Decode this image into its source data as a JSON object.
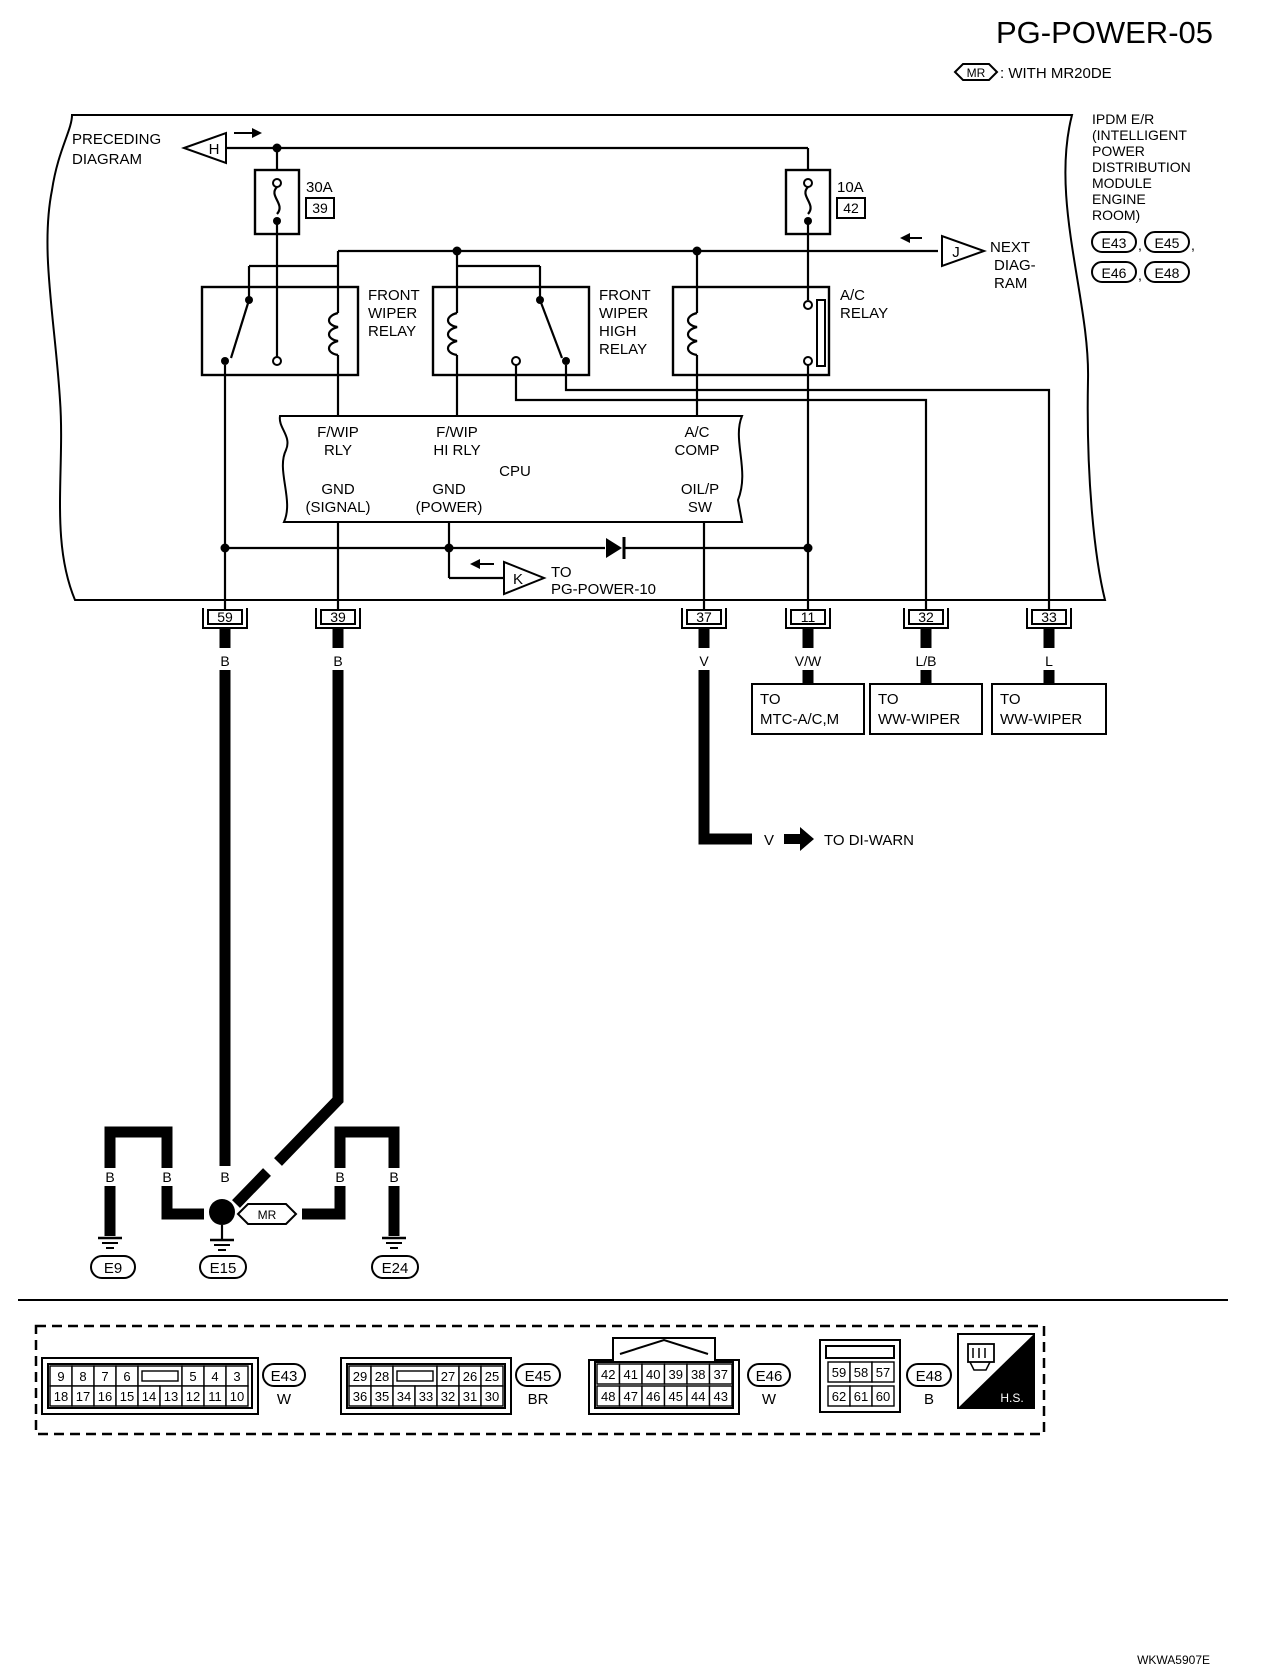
{
  "header": {
    "title": "PG-POWER-05",
    "mr_symbol": "MR",
    "mr_note": ": WITH MR20DE"
  },
  "ipdm": {
    "lines": [
      "IPDM E/R",
      "(INTELLIGENT",
      "POWER",
      "DISTRIBUTION",
      "MODULE",
      "ENGINE",
      "ROOM)"
    ],
    "connectors": [
      "E43",
      "E45",
      "E46",
      "E48"
    ]
  },
  "references": {
    "preceding": {
      "lines": [
        "PRECEDING",
        "DIAGRAM"
      ],
      "marker": "H"
    },
    "next": {
      "lines": [
        "NEXT",
        "DIAG-",
        "RAM"
      ],
      "marker": "J"
    },
    "pg_power_10": {
      "lines": [
        "TO",
        "PG-POWER-10"
      ],
      "marker": "K"
    }
  },
  "fuses": [
    {
      "rating": "30A",
      "number": "39"
    },
    {
      "rating": "10A",
      "number": "42"
    }
  ],
  "relays": [
    {
      "lines": [
        "FRONT",
        "WIPER",
        "RELAY"
      ]
    },
    {
      "lines": [
        "FRONT",
        "WIPER",
        "HIGH",
        "RELAY"
      ]
    },
    {
      "lines": [
        "A/C",
        "RELAY"
      ]
    }
  ],
  "cpu": {
    "label": "CPU",
    "signals": [
      {
        "lines": [
          "F/WIP",
          "RLY"
        ]
      },
      {
        "lines": [
          "F/WIP",
          "HI RLY"
        ]
      },
      {
        "lines": [
          "A/C",
          "COMP"
        ]
      },
      {
        "lines": [
          "GND",
          "(SIGNAL)"
        ]
      },
      {
        "lines": [
          "GND",
          "(POWER)"
        ]
      },
      {
        "lines": [
          "OIL/P",
          "SW"
        ]
      }
    ]
  },
  "terminals": [
    {
      "number": "59",
      "color": "B"
    },
    {
      "number": "39",
      "color": "B"
    },
    {
      "number": "37",
      "color": "V"
    },
    {
      "number": "11",
      "color": "V/W"
    },
    {
      "number": "32",
      "color": "L/B"
    },
    {
      "number": "33",
      "color": "L"
    }
  ],
  "destinations": [
    {
      "lines": [
        "TO",
        "MTC-A/C,M"
      ]
    },
    {
      "lines": [
        "TO",
        "WW-WIPER"
      ]
    },
    {
      "lines": [
        "TO",
        "WW-WIPER"
      ]
    }
  ],
  "di_warn": {
    "color": "V",
    "label": "TO DI-WARN"
  },
  "grounds": {
    "wire_color": "B",
    "points": [
      "E9",
      "E15",
      "E24"
    ],
    "mr_symbol": "MR"
  },
  "connector_views": [
    {
      "id": "E43",
      "color": "W",
      "top": [
        "9",
        "8",
        "7",
        "6",
        "",
        "5",
        "4",
        "3"
      ],
      "bottom": [
        "18",
        "17",
        "16",
        "15",
        "14",
        "13",
        "12",
        "11",
        "10"
      ]
    },
    {
      "id": "E45",
      "color": "BR",
      "top": [
        "29",
        "28",
        "",
        "27",
        "26",
        "25"
      ],
      "bottom": [
        "36",
        "35",
        "34",
        "33",
        "32",
        "31",
        "30"
      ]
    },
    {
      "id": "E46",
      "color": "W",
      "top": [
        "42",
        "41",
        "40",
        "39",
        "38",
        "37"
      ],
      "bottom": [
        "48",
        "47",
        "46",
        "45",
        "44",
        "43"
      ]
    },
    {
      "id": "E48",
      "color": "B",
      "top": [
        "59",
        "58",
        "57"
      ],
      "bottom": [
        "62",
        "61",
        "60"
      ]
    }
  ],
  "hs_badge": "H.S.",
  "footer_code": "WKWA5907E"
}
